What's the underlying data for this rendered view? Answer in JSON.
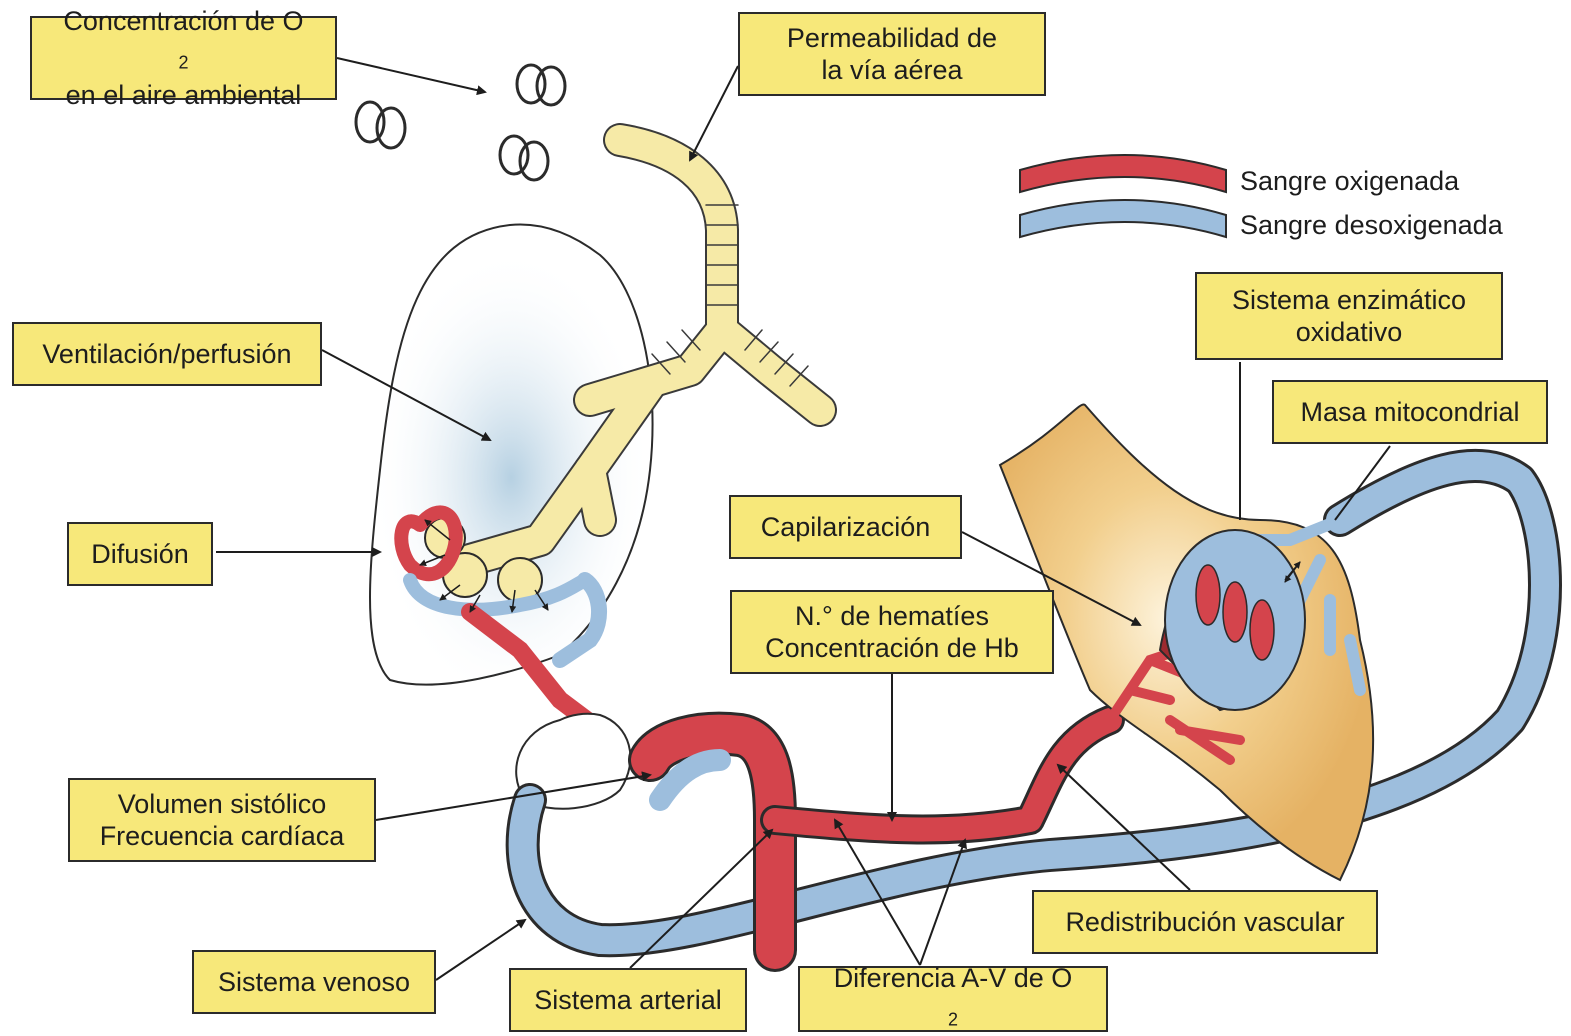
{
  "colors": {
    "oxygenated": "#d4444c",
    "deoxygenated": "#9dbedd",
    "airway": "#f6eaa7",
    "muscle": "#eebe6f",
    "label_bg": "#f7e87a"
  },
  "legend": {
    "oxygenated": "Sangre oxigenada",
    "deoxygenated": "Sangre desoxigenada"
  },
  "labels": {
    "o2_ambient": {
      "line1_text": "Concentración de O",
      "line1_sub": "2",
      "line2": "en el aire ambiental"
    },
    "airway_permeability": {
      "line1": "Permeabilidad de",
      "line2": "la vía aérea"
    },
    "ventilation_perfusion": "Ventilación/perfusión",
    "diffusion": "Difusión",
    "enzymatic_system": {
      "line1": "Sistema enzimático",
      "line2": "oxidativo"
    },
    "mitochondrial_mass": "Masa mitocondrial",
    "capillarization": "Capilarización",
    "red_cells": {
      "line1": "N.° de hematíes",
      "line2": "Concentración de Hb"
    },
    "stroke_volume": {
      "line1": "Volumen sistólico",
      "line2": "Frecuencia cardíaca"
    },
    "venous_system": "Sistema venoso",
    "arterial_system": "Sistema arterial",
    "av_difference": {
      "text": "Diferencia A-V de O",
      "sub": "2"
    },
    "vascular_redistribution": "Redistribución vascular"
  }
}
